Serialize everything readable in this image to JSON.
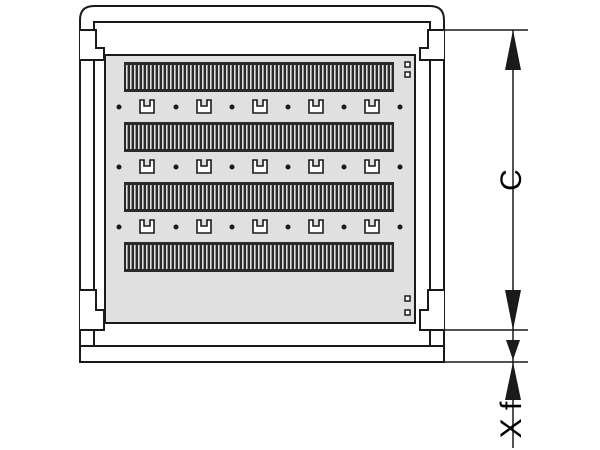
{
  "dimension_labels": {
    "height": "C",
    "offset": "X f"
  },
  "colors": {
    "line": "#1a1a1a",
    "panel_fill": "#e0e0e0",
    "frame_fill": "#ffffff",
    "slot_fill": "#2a2a2a"
  },
  "panel": {
    "vent_rows": 4,
    "mount_rows": 3,
    "clips_per_row": 5
  }
}
